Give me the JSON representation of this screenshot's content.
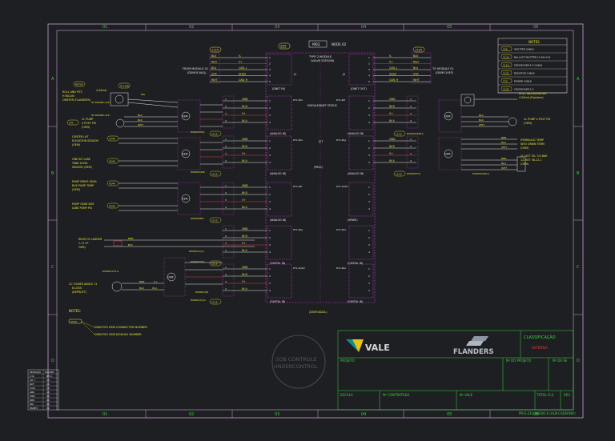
{
  "colors": {
    "background": "#1e1f22",
    "border": "#c8a0d8",
    "wire_red": "#e23a3a",
    "wire_white": "#e6e6e6",
    "text_yellow": "#e8e23a",
    "text_cyan": "#3fd6d6",
    "text_green": "#3fd13f",
    "box_magenta": "#c23ad0"
  },
  "grid": {
    "cols": [
      "01",
      "02",
      "03",
      "04",
      "05",
      "06"
    ],
    "rows": [
      "A",
      "B",
      "C",
      "D"
    ]
  },
  "header": {
    "sheet_ref": "M02",
    "node": "NODE 02",
    "ref": "225",
    "top_left_ref": "1119",
    "top_right_ref": "1120"
  },
  "notes": {
    "title": "NOTES",
    "items": [
      {
        "code": "236",
        "text": "SPLITTER CABLE"
      },
      {
        "code": "1130",
        "text": "BALLAST SPLITTER (2-4/6-4-4)"
      },
      {
        "code": "1116",
        "text": "CROSSOVER 4-3 CABLE"
      },
      {
        "code": "1121",
        "text": "RESISTOR CABLE"
      },
      {
        "code": "272",
        "text": "POWER CABLE"
      },
      {
        "code": "1122",
        "text": "CROSSOVER 1-3"
      }
    ]
  },
  "center": {
    "module_title": "TYPE 2 MODULE",
    "module_sub": "(VALVE STATION)",
    "module_label": "MODULE/DNET STATUS",
    "prd": "(PRD1)",
    "j27": "J27",
    "dnet_in": "(DNET IN)",
    "dnet_out": "(DNET OUT)",
    "analog_in_1": "(ANALOG IN)",
    "analog_in_2": "(ANALOG IN)",
    "analog_in_3": "(ANALOG IN)",
    "analog_in_4": "(ANALOG IN)",
    "spare_1": "(SPARE)",
    "digital_in_1": "(DIGITAL IN)",
    "digital_in_2": "(DIGITAL IN)",
    "digital_in_3": "(DIGITAL IN)",
    "digital_in_4": "(DIGITAL IN)",
    "bottom_ref": "(DSMOAD4L)"
  },
  "connectors": {
    "from_module": "FROM MODULE 01",
    "from_module_sub": "(DSMOO4AQ)",
    "to_module": "TO MODULE 01",
    "to_module_sub": "(DSMO1VEF)",
    "left_pins": [
      "BLK",
      "RED",
      "BLU",
      "SCR",
      "WHT"
    ],
    "left_sigs": [
      "V-",
      "V+",
      "CAN_L",
      "SHLD",
      "CAN_H"
    ],
    "right_sigs": [
      "V-",
      "V+",
      "CAN_L",
      "SHLD",
      "CAN_H"
    ],
    "right_pins": [
      "BLK",
      "RED",
      "BLU",
      "SCR",
      "WHT"
    ],
    "j1": "J1",
    "j2": "J2"
  },
  "io": {
    "sig_a": [
      "GND",
      "IN B",
      "V+",
      "IN A"
    ],
    "rows_left": [
      "GND",
      "IN B",
      "V+",
      "IN A"
    ],
    "oem": "OEM",
    "refs": [
      "DT1-60d",
      "DT1-60e",
      "DT1-60f",
      "DT1-60g",
      "DT1-4Q4m"
    ],
    "cable_refs": [
      "DSMO2CDA",
      "DSMO2CDB",
      "DSMO2BFA",
      "DSMO2CDC",
      "DSMO21YJ-A",
      "DSMO21JH",
      "DSMO2CDB-A",
      "DSMO207A",
      "DSMO4DNC",
      "DSMO3CPA",
      "DSMO2CDN-A"
    ],
    "cable_nums": [
      "1115",
      "1115",
      "1115",
      "1115",
      "1115",
      "1121"
    ]
  },
  "left_devices": [
    {
      "label": "ROLL AND PITCH INCLINOMETER (FLANDERS)",
      "ref": "RST05"
    },
    {
      "label": "4-20mA",
      "ref": "DT1-60b"
    },
    {
      "label": "CL PUMP 4 POST PSI (OEM)",
      "ref": "241"
    },
    {
      "label": "CENTER LHT ELEVATION SENSOR (OEM)",
      "ref": "4244"
    },
    {
      "label": "ONE BIT LUBE TANK LEVEL SENSOR (OEM)",
      "ref": "4245"
    },
    {
      "label": "PUMP DRIVE GEAR BOX PUMP TEMP (OEM)",
      "ref": "4244"
    },
    {
      "label": "PUMP GEAR BOX LUBE PUMP PSI",
      "ref": "4245"
    },
    {
      "label": "REAR OF LADDER 1-17 LP (OEM)",
      "ref": ""
    },
    {
      "label": "CC TOWER ANGLE 116 LOOSE (DEPRLIFT)",
      "ref": "DSMO21YH-A"
    }
  ],
  "right_devices": [
    {
      "label": "ROLL INCLINOMETER 4-20mA (Flanders)"
    },
    {
      "label": "CL PUMP 4 POST PSI (OEM)"
    },
    {
      "label": "HYDRAULIC TEMP INTO DRAIN TERM (OEM)"
    },
    {
      "label": "CC HOT OIL 7/4 BAR 12-HOT 36-12-1 (OEM)"
    }
  ],
  "wire_labels": {
    "blu": "BLU",
    "blk": "BLK",
    "wht": "WHT",
    "brn": "BRN",
    "gnd": "GND",
    "sig": "SIG",
    "in_a": "IN A",
    "in_b": "IN B",
    "vplus": "V+",
    "mA1": "ID 0000MC-4/2\"",
    "mA2": "ID 0000MC-4/2\""
  },
  "legend": {
    "title": "NOTES:",
    "line1": "DENOTES DSM CONNECTOR NUMBER",
    "line2": "DENOTES DSM MODULE NUMBER"
  },
  "watermark": {
    "line1": "SOB CONTROLE",
    "line2": "UNDERCONTROL"
  },
  "title_block": {
    "brand1": "VALE",
    "brand2": "FLANDERS",
    "classificacao": "CLASSIFICAÇÃO",
    "class_value": "INTERNA",
    "projeto": "PROJETO",
    "n_projeto": "Nº DO PROJETO",
    "n_se": "Nº DA SE",
    "escala": "ESCALA",
    "n_contratada": "Nº CONTRATADA",
    "n_vale": "Nº VALE",
    "total_fls": "TOTAL FLS.",
    "rev": "REV",
    "doc_number": "PR-E-232 ANEXO E (ALB-CADERNO)"
  },
  "rev_table": {
    "headers": [
      "DESCRIÇÃO",
      "DATA/REV"
    ],
    "rows": [
      [
        "1/16",
        "REV A"
      ],
      [
        "CAT 7",
        "1.0"
      ],
      [
        "BATT",
        "1.0"
      ],
      [
        "FLOW",
        "1.0"
      ],
      [
        "GRID",
        "1.0"
      ],
      [
        "TEMP",
        "2.0"
      ],
      [
        "PRES",
        "2.0"
      ],
      [
        "BKR",
        "2.0"
      ],
      [
        "INVERTS",
        "2.0"
      ]
    ]
  }
}
